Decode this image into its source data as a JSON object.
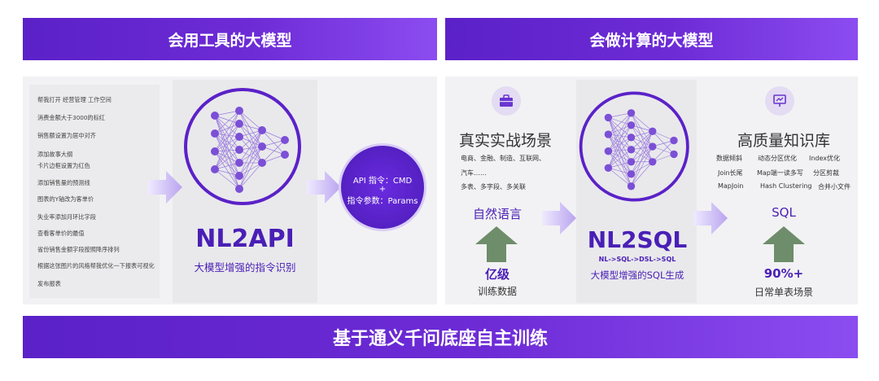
{
  "left_banner": "会用工具的大模型",
  "right_banner": "会做计算的大模型",
  "bottom_banner": "基于通义千问底座自主训练",
  "commands": [
    "帮我打开 经营管理 工作空间",
    "消费金额大于3000的标红",
    "销售额设置为居中对齐",
    "添加故事大纲",
    "卡片边框设置为红色",
    "添加销售量的预测线",
    "图表的Y轴改为客单价",
    "失业率添加月环比字段",
    "查看客单价的最值",
    "省份销售金额字段按照降序排列",
    "根据这张图片的风格帮我优化一下报表可视化",
    "发布报表"
  ],
  "nl2api": {
    "title": "NL2API",
    "subtitle": "大模型增强的指令识别",
    "output_line1": "API 指令：CMD",
    "output_plus": "+",
    "output_line2": "指令参数：Params"
  },
  "scene": {
    "title": "真实实战场景",
    "line1": "电商、金融、制造、互联网、",
    "line2": "汽车……",
    "line3": "多表、多字段、多关联",
    "input_label": "自然语言",
    "scale_big": "亿级",
    "scale_small": "训练数据"
  },
  "nl2sql": {
    "title": "NL2SQL",
    "pipeline": "NL->SQL->DSL->SQL",
    "subtitle": "大模型增强的SQL生成"
  },
  "knowledge": {
    "title": "高质量知识库",
    "tags": [
      "数据倾斜",
      "动态分区优化",
      "Index优化",
      "Join长尾",
      "Map端一读多写",
      "分区剪裁",
      "MapJoin",
      "Hash Clustering",
      "合并小文件"
    ],
    "output_label": "SQL",
    "percent": "90%+",
    "percent_label": "日常单表场景"
  },
  "colors": {
    "purple": "#5b21c8",
    "purple_light": "#8b4cf0",
    "node": "#7b4fd6",
    "arrow_green": "#6e8d6a",
    "arrow_lilac": "#c9b8f2"
  }
}
